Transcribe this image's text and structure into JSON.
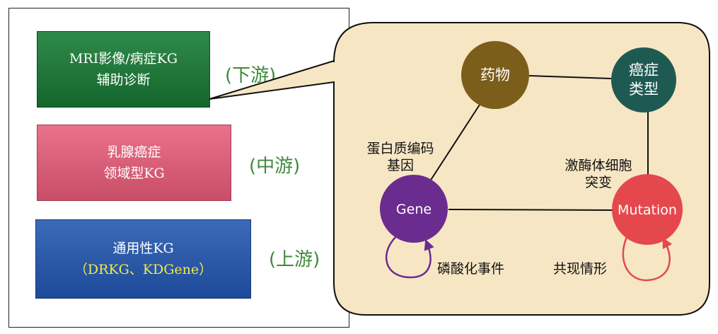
{
  "boxes": {
    "downstream": {
      "line1": "MRI影像/病症KG",
      "line2": "辅助诊断"
    },
    "midstream": {
      "line1": "乳腺癌症",
      "line2": "领域型KG"
    },
    "upstream": {
      "line1": "通用性KG",
      "line2": "（DRKG、KDGene）"
    }
  },
  "tiers": {
    "downstream": "(下游)",
    "midstream": "(中游)",
    "upstream": "(上游)"
  },
  "nodes": {
    "drug": {
      "label": "药物",
      "color": "#7b5e1a"
    },
    "cancer_type": {
      "line1": "癌症",
      "line2": "类型",
      "color": "#1f5a52"
    },
    "gene": {
      "label": "Gene",
      "color": "#6b2c8f"
    },
    "mutation": {
      "label": "Mutation",
      "color": "#e4484d"
    }
  },
  "edge_labels": {
    "gene_drug": {
      "line1": "蛋白质编码",
      "line2": "基因"
    },
    "mutation_cancer": {
      "line1": "激酶体细胞",
      "line2": "突变"
    },
    "gene_self": "磷酸化事件",
    "mutation_self": "共现情形"
  },
  "colors": {
    "callout_fill": "#f7e6c4",
    "callout_stroke": "#111111",
    "edge": "#111111"
  }
}
